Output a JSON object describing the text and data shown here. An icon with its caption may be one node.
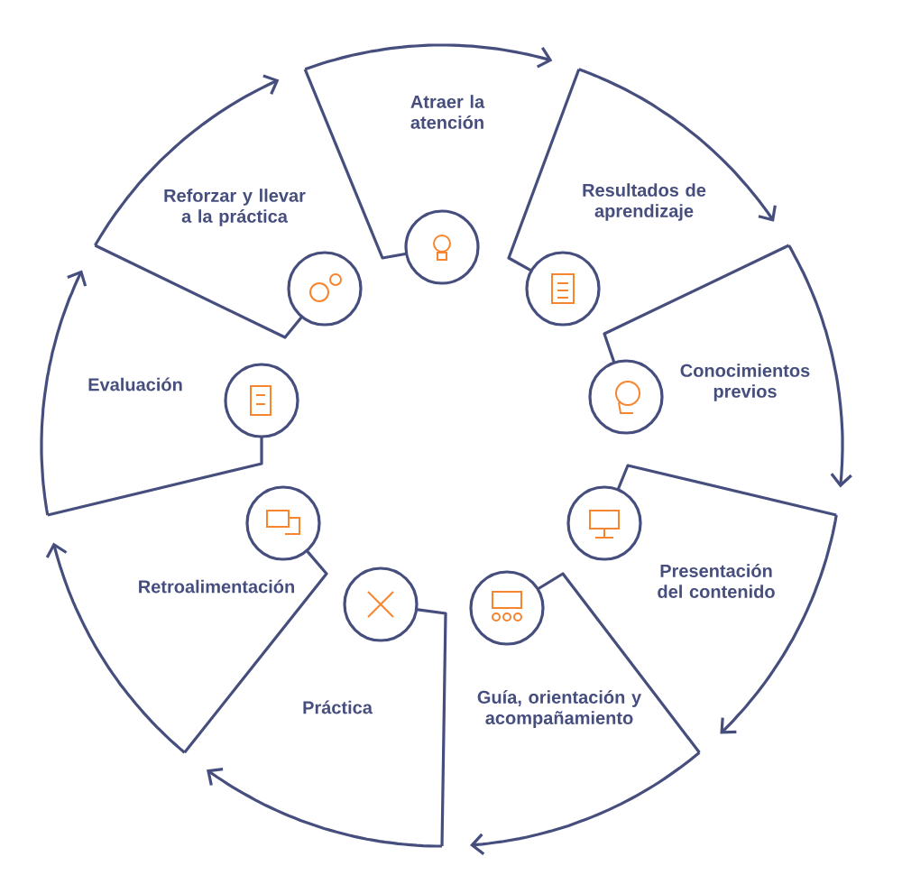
{
  "diagram": {
    "nodes": [
      {
        "text": [
          "Atraer la atención"
        ]
      },
      {
        "text": [
          "Resultados de aprendizaje"
        ]
      },
      {
        "text": [
          "Conocimientos previos"
        ]
      },
      {
        "text": [
          "Presentación del contenido"
        ]
      },
      {
        "text": [
          "Guía, orientación y acompañamiento"
        ]
      },
      {
        "text": [
          "Práctica"
        ]
      },
      {
        "text": [
          "Retroalimentación"
        ]
      },
      {
        "text": [
          "Evaluación"
        ]
      },
      {
        "text": [
          "Reforzar y llevar a la práctica"
        ]
      }
    ],
    "edges": [
      {
        "from": 0,
        "to": 1,
        "arrow": "to"
      },
      {
        "from": 1,
        "to": 2,
        "arrow": "to"
      },
      {
        "from": 2,
        "to": 3,
        "arrow": "to"
      },
      {
        "from": 3,
        "to": 4,
        "arrow": "to"
      },
      {
        "from": 4,
        "to": 5,
        "arrow": "to"
      },
      {
        "from": 5,
        "to": 6,
        "arrow": "to"
      },
      {
        "from": 6,
        "to": 7,
        "arrow": "to"
      },
      {
        "from": 7,
        "to": 8,
        "arrow": "to"
      },
      {
        "from": 8,
        "to": 0,
        "arrow": "to"
      }
    ]
  }
}
